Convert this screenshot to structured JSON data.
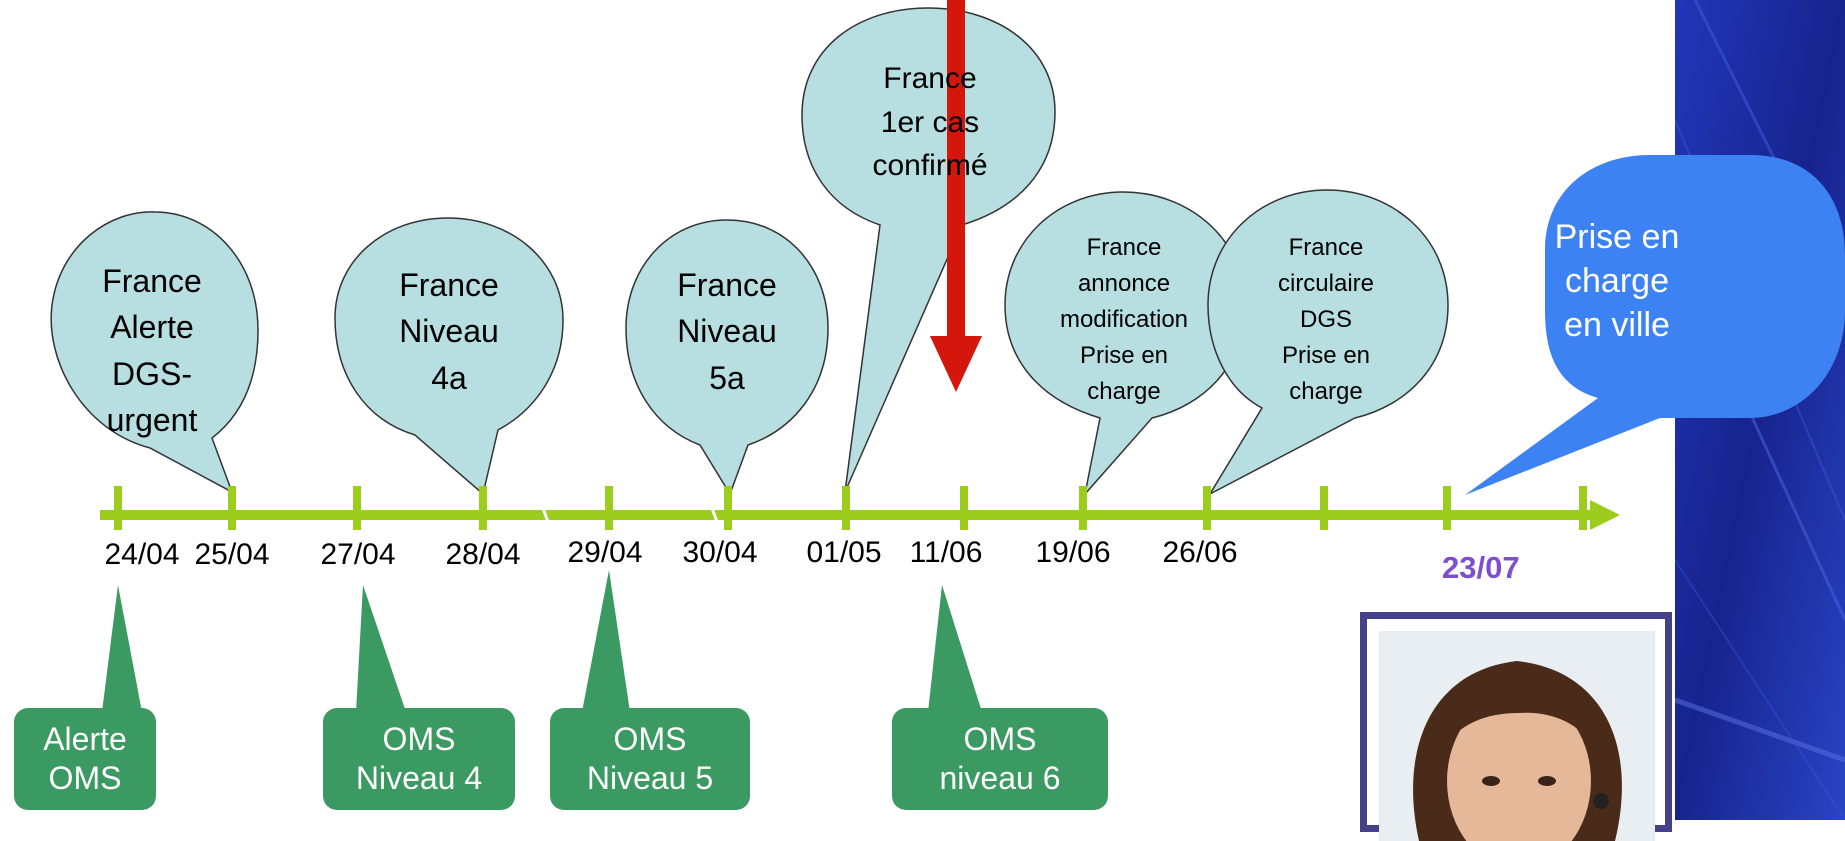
{
  "colors": {
    "timeline": "#9ccc1c",
    "bubble_fill": "#b7dee0",
    "bubble_stroke": "#333333",
    "oms_box": "#3a9a62",
    "arrow": "#d4160c",
    "blue_bubble": "#3d82f2",
    "highlight_date": "#7b4fcf",
    "background_panel": "#1c2a9e"
  },
  "bubbles": [
    {
      "lines": [
        "France",
        "Alerte",
        "DGS-",
        "urgent"
      ]
    },
    {
      "lines": [
        "France",
        "Niveau",
        "4a"
      ]
    },
    {
      "lines": [
        "France",
        "Niveau",
        "5a"
      ]
    },
    {
      "lines": [
        "France",
        "1er cas",
        "confirmé"
      ]
    },
    {
      "lines": [
        "France",
        "annonce",
        "modification",
        "Prise en",
        "charge"
      ]
    },
    {
      "lines": [
        "France",
        "circulaire",
        "DGS",
        "Prise en",
        "charge"
      ]
    }
  ],
  "blue_bubble": {
    "lines": [
      "Prise en",
      "charge",
      "en ville"
    ]
  },
  "dates": [
    "24/04",
    "25/04",
    "27/04",
    "28/04",
    "29/04",
    "30/04",
    "01/05",
    "11/06",
    "19/06",
    "26/06"
  ],
  "highlight_date": "23/07",
  "oms_boxes": [
    {
      "lines": [
        "Alerte",
        "OMS"
      ]
    },
    {
      "lines": [
        "OMS",
        "Niveau 4"
      ]
    },
    {
      "lines": [
        "OMS",
        "Niveau 5"
      ]
    },
    {
      "lines": [
        "OMS",
        "niveau 6"
      ]
    }
  ]
}
